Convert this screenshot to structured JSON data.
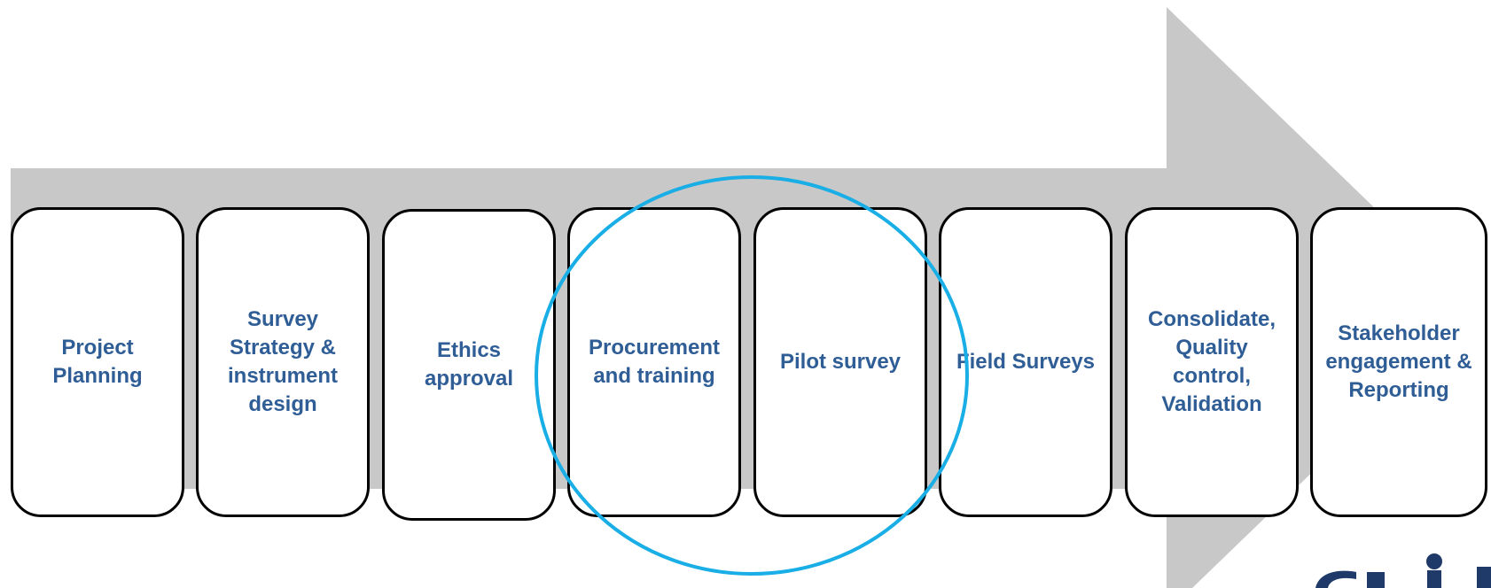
{
  "colors": {
    "arrow": "#c8c8c8",
    "box_border": "#000000",
    "box_fill": "#ffffff",
    "label": "#2f5d96",
    "highlight": "#1aaee6",
    "logo": "#1f3a68"
  },
  "steps": [
    {
      "label": "Project Planning"
    },
    {
      "label": "Survey Strategy & instrument design"
    },
    {
      "label": "Ethics approval"
    },
    {
      "label": "Procurement and training"
    },
    {
      "label": "Pilot survey"
    },
    {
      "label": "Field Surveys"
    },
    {
      "label": "Consolidate, Quality control, Validation"
    },
    {
      "label": "Stakeholder engagement & Reporting"
    }
  ],
  "highlight": {
    "covers_steps": [
      "Procurement and training",
      "Pilot survey"
    ]
  },
  "logo": {
    "icon": "partial-logo-icon"
  }
}
